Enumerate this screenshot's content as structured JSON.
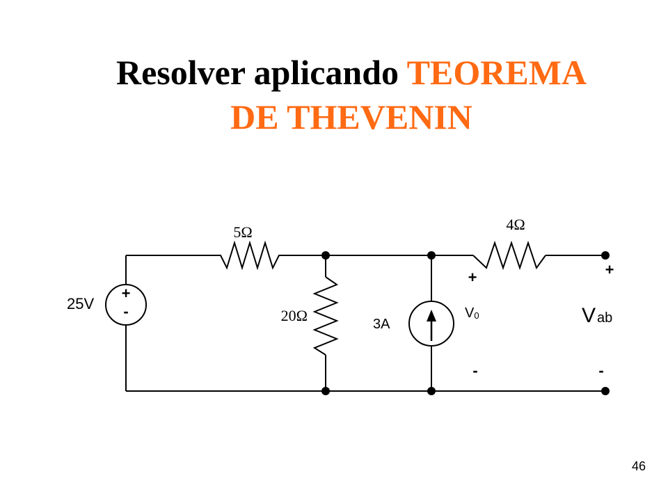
{
  "slide": {
    "title_plain": "Resolver aplicando",
    "title_highlight_1": "TEOREMA",
    "title_highlight_2": "DE THEVENIN",
    "highlight_color": "#ff6a13",
    "page_number": "46"
  },
  "circuit": {
    "voltage_source": {
      "label": "25V",
      "plus": "+",
      "minus": "-"
    },
    "resistor_5": {
      "label": "5Ω"
    },
    "resistor_20": {
      "label": "20Ω"
    },
    "resistor_4": {
      "label": "4Ω"
    },
    "current_source": {
      "label": "3A"
    },
    "v0": {
      "label": "V",
      "sub": "0",
      "plus": "+",
      "minus": "-"
    },
    "vab": {
      "label": "V",
      "sub": "ab",
      "plus": "+",
      "minus": "-"
    }
  }
}
